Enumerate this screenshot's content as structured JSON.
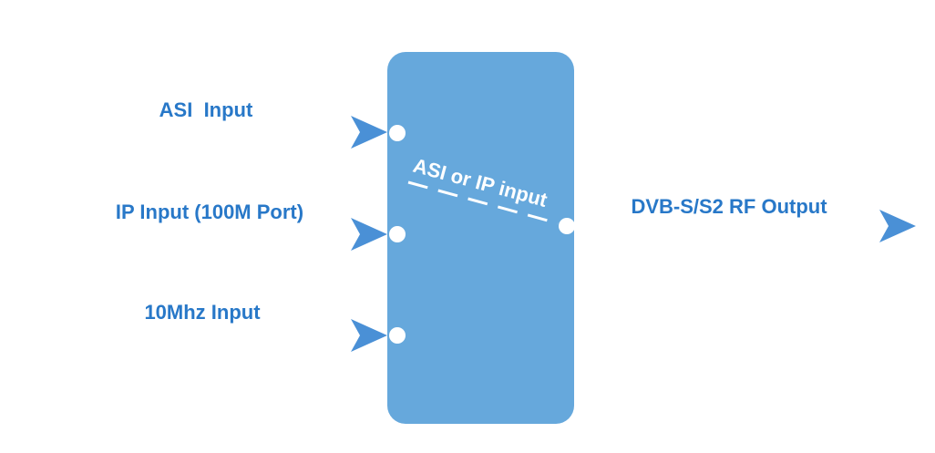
{
  "inputs": [
    {
      "label": "ASI  Input"
    },
    {
      "label": "IP Input (100M Port)"
    },
    {
      "label": "10Mhz Input"
    }
  ],
  "switch_label": "ASI or IP input",
  "output": {
    "label": "DVB-S/S2 RF Output"
  },
  "colors": {
    "box": "#66a8dc",
    "arrow": "#4a90d6",
    "label": "#2878c8",
    "port": "#ffffff"
  }
}
